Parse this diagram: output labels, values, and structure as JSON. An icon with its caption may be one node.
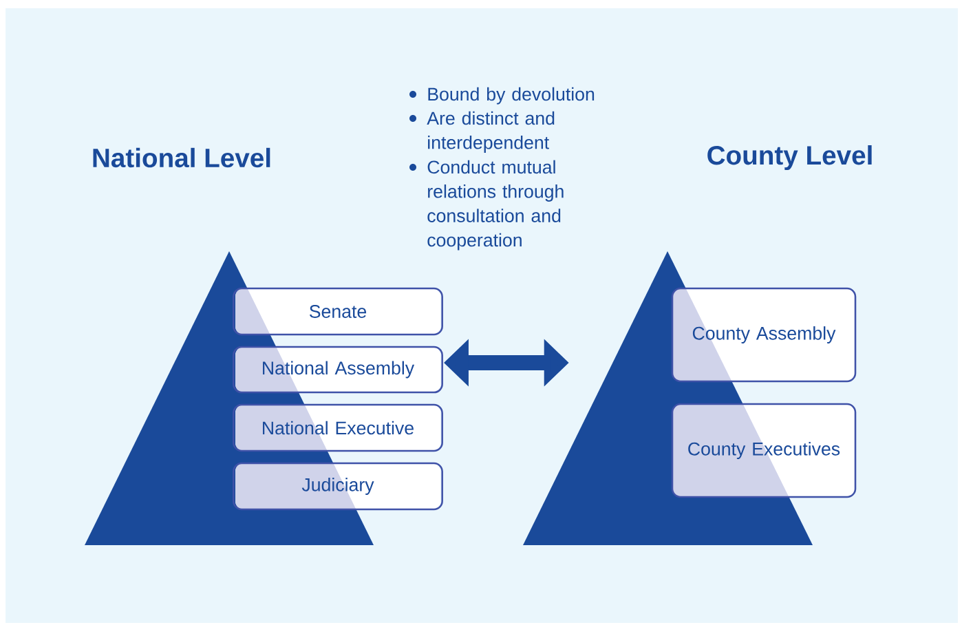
{
  "diagram": {
    "nodes": [
      {
        "text": [],
        "shape": "triangle"
      },
      {
        "text": [
          "Senate"
        ]
      },
      {
        "text": [
          "National Assembly"
        ]
      },
      {
        "text": [
          "National Executive"
        ]
      },
      {
        "text": [
          "Judiciary"
        ]
      },
      {
        "text": [],
        "shape": "triangle"
      },
      {
        "text": [
          "County Assembly"
        ]
      },
      {
        "text": [
          "County Executives"
        ]
      }
    ],
    "edges": [
      {
        "from": 2,
        "to": 5,
        "arrow": "both"
      }
    ],
    "labels": [
      "National Level",
      "Bound by devolution",
      "Are distinct and interdependent",
      "Conduct mutual relations through consultation and cooperation",
      "County Level"
    ]
  }
}
